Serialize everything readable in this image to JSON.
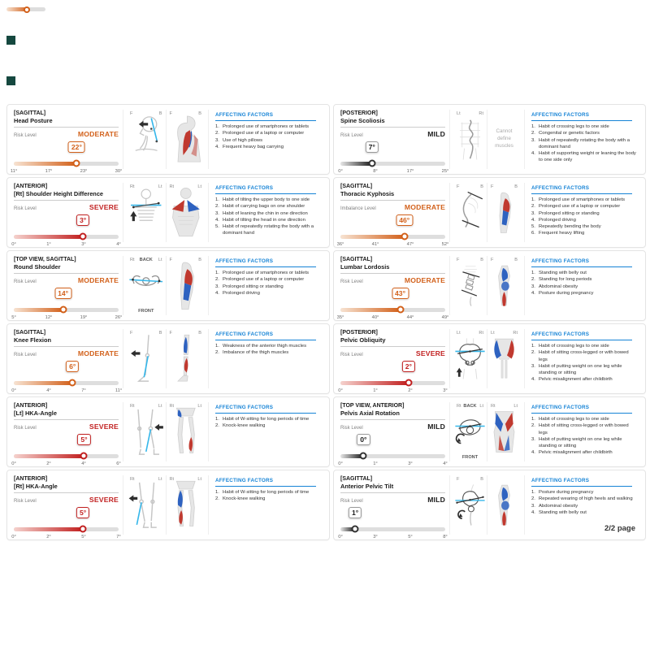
{
  "page_label": "2/2 page",
  "factors_heading": "AFFECTING FACTORS",
  "colors": {
    "moderate": "#d2601a",
    "severe": "#c11f1f",
    "mild": "#1a1a1a",
    "accent_blue": "#1583d6",
    "guide_cyan": "#36b7ea",
    "muscle_red": "#c0392f",
    "muscle_blue": "#2e62c0"
  },
  "panels": [
    {
      "view": "[SAGITTAL]",
      "title": "Head Posture",
      "level_label": "Risk Level",
      "severity": "MODERATE",
      "severity_key": "moderate",
      "value": "22°",
      "marker_pct": 60,
      "ticks": [
        "11°",
        "17°",
        "23°",
        "30°"
      ],
      "diagram": "head",
      "skel_labels": [
        "F",
        "B"
      ],
      "musc_labels": [
        "F",
        "B"
      ],
      "top_label": "",
      "bottom_label": "",
      "note": "",
      "factors": [
        "Prolonged use of smartphones or tablets",
        "Prolonged use of a laptop or computer",
        "Use of high pillows",
        "Frequent heavy bag carrying"
      ]
    },
    {
      "view": "[POSTERIOR]",
      "title": "Spine Scoliosis",
      "level_label": "Risk Level",
      "severity": "MILD",
      "severity_key": "mild",
      "value": "7°",
      "marker_pct": 30,
      "ticks": [
        "0°",
        "8°",
        "17°",
        "25°"
      ],
      "diagram": "scoliosis",
      "skel_labels": [
        "Lt",
        "Rt"
      ],
      "musc_labels": [
        "",
        ""
      ],
      "top_label": "",
      "bottom_label": "",
      "note": "Cannot define muscles",
      "factors": [
        "Habit of crossing legs to one side",
        "Congenital or genetic factors",
        "Habit of repeatedly rotating the body with a dominant hand",
        "Habit of supporting weight or leaning the body to one side only"
      ]
    },
    {
      "view": "[ANTERIOR]",
      "title": "[Rt] Shoulder Height Difference",
      "level_label": "Risk Level",
      "severity": "SEVERE",
      "severity_key": "severe",
      "value": "3°",
      "marker_pct": 66,
      "ticks": [
        "0°",
        "1°",
        "3°",
        "4°"
      ],
      "diagram": "shoulder",
      "skel_labels": [
        "Rt",
        "Lt"
      ],
      "musc_labels": [
        "Rt",
        "Lt"
      ],
      "top_label": "",
      "bottom_label": "",
      "note": "",
      "factors": [
        "Habit of tilting the upper body to one side",
        "Habit of carrying bags on one shoulder",
        "Habit of leaning the chin in one direction",
        "Habit of tilting the head in one direction",
        "Habit of repeatedly rotating the body with a dominant hand"
      ]
    },
    {
      "view": "[SAGITTAL]",
      "title": "Thoracic Kyphosis",
      "level_label": "Imbalance Level",
      "severity": "MODERATE",
      "severity_key": "moderate",
      "value": "46°",
      "marker_pct": 61,
      "ticks": [
        "36°",
        "41°",
        "47°",
        "52°"
      ],
      "diagram": "kyphosis",
      "skel_labels": [
        "F",
        "B"
      ],
      "musc_labels": [
        "F",
        "B"
      ],
      "top_label": "",
      "bottom_label": "",
      "note": "",
      "factors": [
        "Prolonged use of smartphones or tablets",
        "Prolonged use of a laptop or computer",
        "Prolonged sitting or standing",
        "Prolonged driving",
        "Repeatedly bending the body",
        "Frequent heavy lifting"
      ]
    },
    {
      "view": "[TOP VIEW, SAGITTAL]",
      "title": "Round Shoulder",
      "level_label": "Risk Level",
      "severity": "MODERATE",
      "severity_key": "moderate",
      "value": "14°",
      "marker_pct": 47,
      "ticks": [
        "5°",
        "12°",
        "19°",
        "26°"
      ],
      "diagram": "round",
      "skel_labels": [
        "Rt",
        "Lt"
      ],
      "musc_labels": [
        "F",
        "B"
      ],
      "top_label": "BACK",
      "bottom_label": "FRONT",
      "note": "",
      "factors": [
        "Prolonged use of smartphones or tablets",
        "Prolonged use of a laptop or computer",
        "Prolonged sitting or standing",
        "Prolonged driving"
      ]
    },
    {
      "view": "[SAGITTAL]",
      "title": "Lumbar Lordosis",
      "level_label": "Risk Level",
      "severity": "MODERATE",
      "severity_key": "moderate",
      "value": "43°",
      "marker_pct": 57,
      "ticks": [
        "35°",
        "40°",
        "44°",
        "49°"
      ],
      "diagram": "lordosis",
      "skel_labels": [
        "F",
        "B"
      ],
      "musc_labels": [
        "F",
        "B"
      ],
      "top_label": "",
      "bottom_label": "",
      "note": "",
      "factors": [
        "Standing with belly out",
        "Standing for long periods",
        "Abdominal obesity",
        "Posture during pregnancy"
      ]
    },
    {
      "view": "[SAGITTAL]",
      "title": "Knee Flexion",
      "level_label": "Risk Level",
      "severity": "MODERATE",
      "severity_key": "moderate",
      "value": "6°",
      "marker_pct": 56,
      "ticks": [
        "0°",
        "4°",
        "7°",
        "11°"
      ],
      "diagram": "knee",
      "skel_labels": [
        "F",
        "B"
      ],
      "musc_labels": [
        "F",
        "B"
      ],
      "top_label": "",
      "bottom_label": "",
      "note": "",
      "factors": [
        "Weakness of the anterior thigh muscles",
        "Imbalance of the thigh muscles"
      ]
    },
    {
      "view": "[POSTERIOR]",
      "title": "Pelvic Obliquity",
      "level_label": "Risk Level",
      "severity": "SEVERE",
      "severity_key": "severe",
      "value": "2°",
      "marker_pct": 65,
      "ticks": [
        "0°",
        "1°",
        "2°",
        "3°"
      ],
      "diagram": "pelvisObl",
      "skel_labels": [
        "Lt",
        "Rt"
      ],
      "musc_labels": [
        "Lt",
        "Rt"
      ],
      "top_label": "",
      "bottom_label": "",
      "note": "",
      "factors": [
        "Habit of crossing legs to one side",
        "Habit of sitting cross-legged or with bowed legs",
        "Habit of putting weight on one leg while standing or sitting",
        "Pelvic misalignment after childbirth"
      ]
    },
    {
      "view": "[ANTERIOR]",
      "title": "[Lt] HKA-Angle",
      "level_label": "Risk Level",
      "severity": "SEVERE",
      "severity_key": "severe",
      "value": "5°",
      "marker_pct": 67,
      "ticks": [
        "0°",
        "2°",
        "4°",
        "6°"
      ],
      "diagram": "hkaL",
      "skel_labels": [
        "Rt",
        "Lt"
      ],
      "musc_labels": [
        "Rt",
        "Lt"
      ],
      "top_label": "",
      "bottom_label": "",
      "note": "",
      "factors": [
        "Habit of W-sitting for long periods of time",
        "Knock-knee walking"
      ]
    },
    {
      "view": "[TOP VIEW, ANTERIOR]",
      "title": "Pelvis Axial Rotation",
      "level_label": "Risk Level",
      "severity": "MILD",
      "severity_key": "mild",
      "value": "0°",
      "marker_pct": 22,
      "ticks": [
        "0°",
        "1°",
        "3°",
        "4°"
      ],
      "diagram": "pelvisRot",
      "skel_labels": [
        "Rt",
        "Lt"
      ],
      "musc_labels": [
        "Rt",
        "Lt"
      ],
      "top_label": "BACK",
      "bottom_label": "FRONT",
      "note": "",
      "factors": [
        "Habit of crossing legs to one side",
        "Habit of sitting cross-legged or with bowed legs",
        "Habit of putting weight on one leg while standing or sitting",
        "Pelvic misalignment after childbirth"
      ]
    },
    {
      "view": "[ANTERIOR]",
      "title": "[Rt] HKA-Angle",
      "level_label": "Risk Level",
      "severity": "SEVERE",
      "severity_key": "severe",
      "value": "5°",
      "marker_pct": 66,
      "ticks": [
        "0°",
        "2°",
        "5°",
        "7°"
      ],
      "diagram": "hkaR",
      "skel_labels": [
        "Rt",
        "Lt"
      ],
      "musc_labels": [
        "Rt",
        "Lt"
      ],
      "top_label": "",
      "bottom_label": "",
      "note": "",
      "factors": [
        "Habit of W-sitting for long periods of time",
        "Knock-knee walking"
      ]
    },
    {
      "view": "[SAGITTAL]",
      "title": "Anterior Pelvic Tilt",
      "level_label": "Risk Level",
      "severity": "MILD",
      "severity_key": "mild",
      "value": "1°",
      "marker_pct": 14,
      "ticks": [
        "0°",
        "3°",
        "5°",
        "8°"
      ],
      "diagram": "pelvisTilt",
      "skel_labels": [
        "F",
        "B"
      ],
      "musc_labels": [
        "",
        ""
      ],
      "top_label": "",
      "bottom_label": "",
      "note": "",
      "factors": [
        "Posture during pregnancy",
        "Repeated wearing of high heels and walking",
        "Abdominal obesity",
        "Standing with belly out"
      ]
    }
  ]
}
